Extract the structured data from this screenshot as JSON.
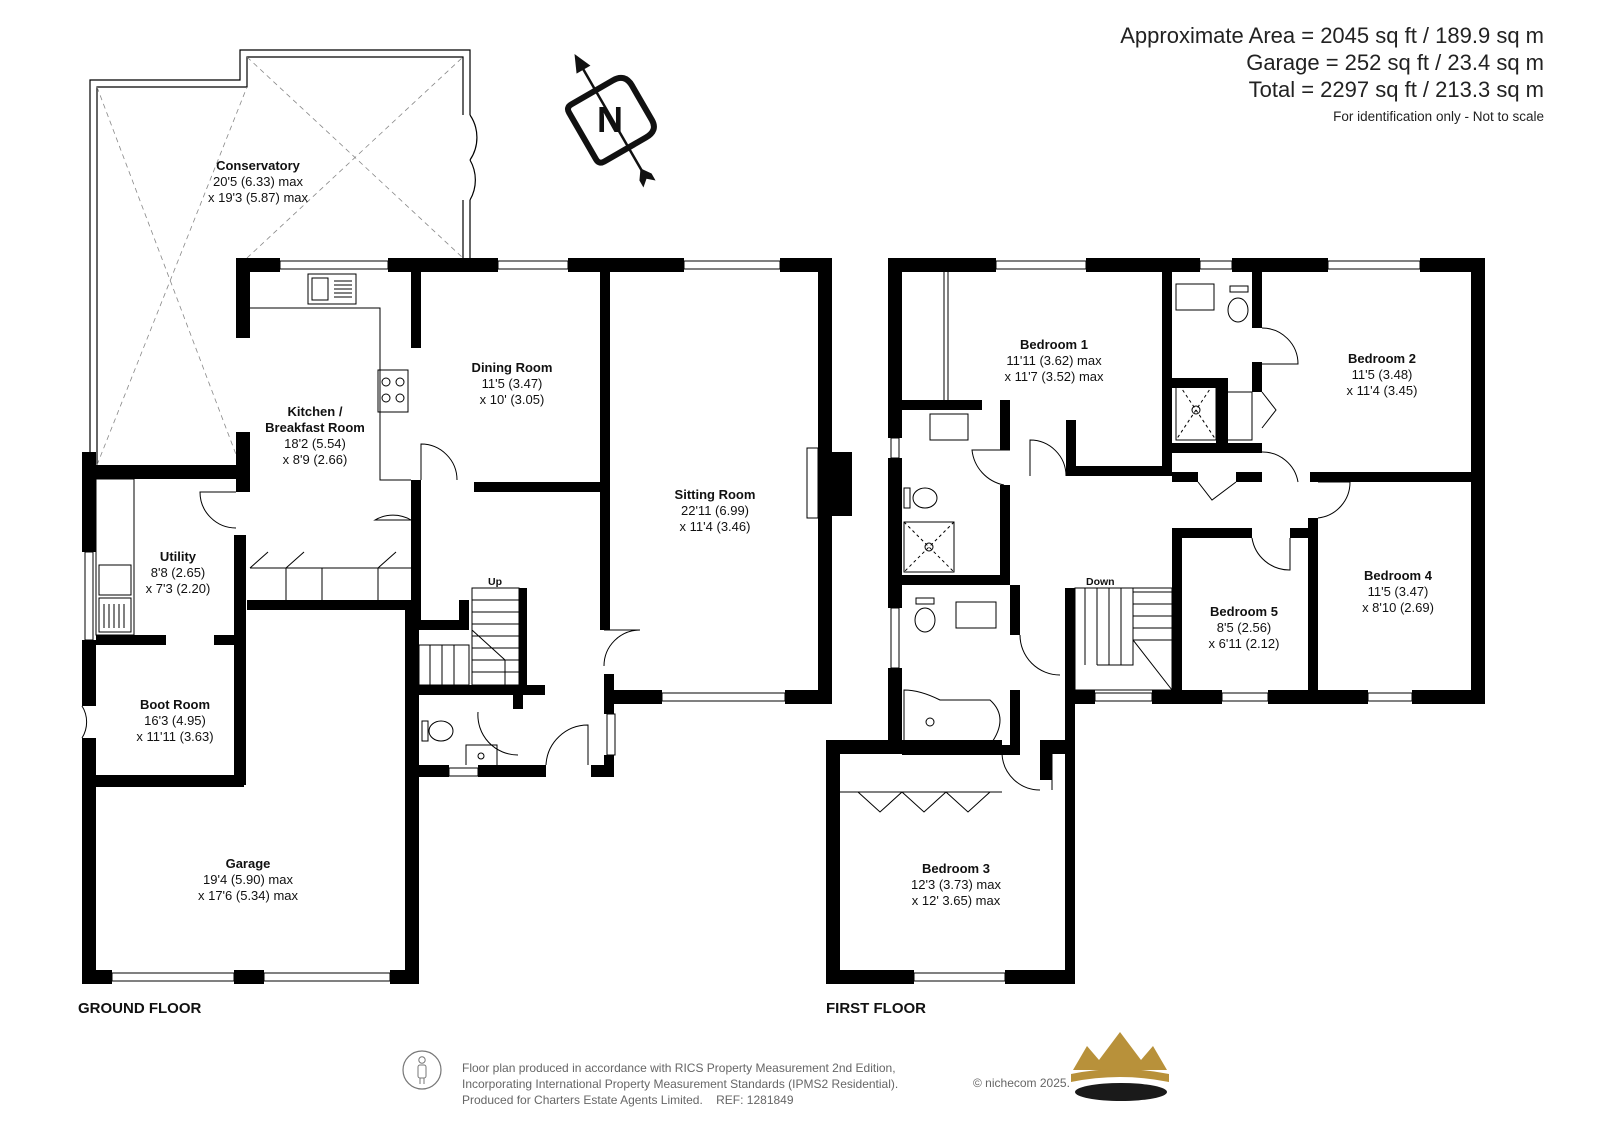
{
  "header": {
    "approximate_area": "Approximate Area = 2045 sq ft / 189.9 sq m",
    "garage_area": "Garage = 252 sq ft / 23.4 sq m",
    "total_area": "Total = 2297 sq ft / 213.3 sq m",
    "note": "For identification only - Not to scale"
  },
  "compass": {
    "letter": "N",
    "icon": "north-arrow-icon"
  },
  "ground_floor": {
    "label": "GROUND FLOOR",
    "stairs_label": "Up",
    "rooms": [
      {
        "name": "Conservatory",
        "lines": [
          "20'5 (6.33) max",
          "x 19'3 (5.87) max"
        ]
      },
      {
        "name": "Kitchen /",
        "name2": "Breakfast Room",
        "lines": [
          "18'2 (5.54)",
          "x 8'9 (2.66)"
        ]
      },
      {
        "name": "Dining Room",
        "lines": [
          "11'5 (3.47)",
          "x 10' (3.05)"
        ]
      },
      {
        "name": "Sitting Room",
        "lines": [
          "22'11 (6.99)",
          "x 11'4 (3.46)"
        ]
      },
      {
        "name": "Utility",
        "lines": [
          "8'8 (2.65)",
          "x 7'3 (2.20)"
        ]
      },
      {
        "name": "Boot Room",
        "lines": [
          "16'3 (4.95)",
          "x 11'11 (3.63)"
        ]
      },
      {
        "name": "Garage",
        "lines": [
          "19'4 (5.90) max",
          "x 17'6 (5.34) max"
        ]
      }
    ]
  },
  "first_floor": {
    "label": "FIRST FLOOR",
    "stairs_label": "Down",
    "rooms": [
      {
        "name": "Bedroom 1",
        "lines": [
          "11'11 (3.62) max",
          "x 11'7 (3.52) max"
        ]
      },
      {
        "name": "Bedroom 2",
        "lines": [
          "11'5 (3.48)",
          "x 11'4 (3.45)"
        ]
      },
      {
        "name": "Bedroom 3",
        "lines": [
          "12'3 (3.73) max",
          "x 12' 3.65) max"
        ]
      },
      {
        "name": "Bedroom 4",
        "lines": [
          "11'5 (3.47)",
          "x 8'10 (2.69)"
        ]
      },
      {
        "name": "Bedroom 5",
        "lines": [
          "8'5 (2.56)",
          "x 6'11 (2.12)"
        ]
      }
    ]
  },
  "footer": {
    "line1": "Floor plan produced in accordance with RICS Property Measurement 2nd Edition,",
    "line2": "Incorporating International Property Measurement Standards (IPMS2 Residential).",
    "line3": "Produced for Charters Estate Agents Limited.    REF: 1281849",
    "copyright": "© nichecom 2025.",
    "logo_icon": "crown-logo-icon",
    "person_icon": "person-scale-icon"
  },
  "colors": {
    "wall": "#000000",
    "logo_gold": "#b8913a",
    "logo_dark": "#1a1a1a",
    "footer_text": "#666666"
  }
}
